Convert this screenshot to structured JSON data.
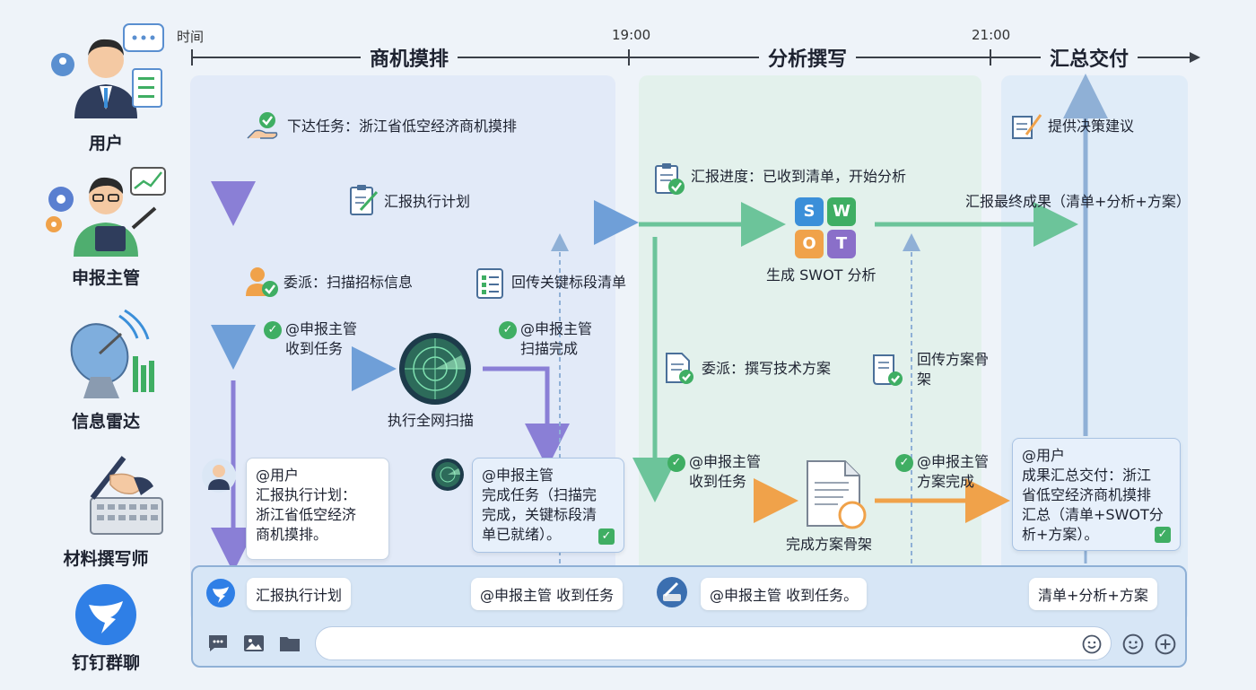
{
  "axis": {
    "time_label": "时间",
    "ticks": [
      "19:00",
      "21:00"
    ]
  },
  "phases": [
    "商机摸排",
    "分析撰写",
    "汇总交付"
  ],
  "roles": [
    "用户",
    "申报主管",
    "信息雷达",
    "材料撰写师",
    "钉钉群聊"
  ],
  "labels": {
    "assign_task": "下达任务：浙江省低空经济商机摸排",
    "report_plan": "汇报执行计划",
    "delegate_scan": "委派：扫描招标信息",
    "return_list": "回传关键标段清单",
    "radar_received_a": "@申报主管",
    "radar_received_b": "收到任务",
    "scan_done_a": "@申报主管",
    "scan_done_b": "扫描完成",
    "full_scan": "执行全网扫描",
    "report_progress": "汇报进度：已收到清单，开始分析",
    "swot_gen": "生成 SWOT 分析",
    "swot_s": "S",
    "swot_w": "W",
    "swot_o": "O",
    "swot_t": "T",
    "delegate_write": "委派：撰写技术方案",
    "return_draft": "回传方案骨架",
    "writer_received_a": "@申报主管",
    "writer_received_b": "收到任务",
    "draft_done_a": "@申报主管",
    "draft_done_b": "方案完成",
    "draft_complete": "完成方案骨架",
    "final_report": "汇报最终成果（清单+分析+方案）",
    "decision": "提供决策建议"
  },
  "bubbles": {
    "user_plan": "@用户\n汇报执行计划：\n浙江省低空经济\n商机摸排。",
    "radar_done": "@申报主管\n完成任务（扫描完\n完成，关键标段清\n单已就绪）。",
    "final": "@用户\n成果汇总交付：浙江\n省低空经济商机摸排\n汇总（清单+SWOT分\n析+方案）。"
  },
  "chat": {
    "msg1": "汇报执行计划",
    "msg2": "@申报主管 收到任务",
    "msg3": "@申报主管 收到任务。",
    "msg4": "清单+分析+方案",
    "input_placeholder": ""
  },
  "colors": {
    "purple": "#8a7fd6",
    "blue": "#6f9fd8",
    "green": "#6cc49a",
    "orange": "#f0a24a",
    "swot_s": "#3b8fd9",
    "swot_w": "#3fae63",
    "swot_o": "#f0a24a",
    "swot_t": "#8a6fc9"
  }
}
